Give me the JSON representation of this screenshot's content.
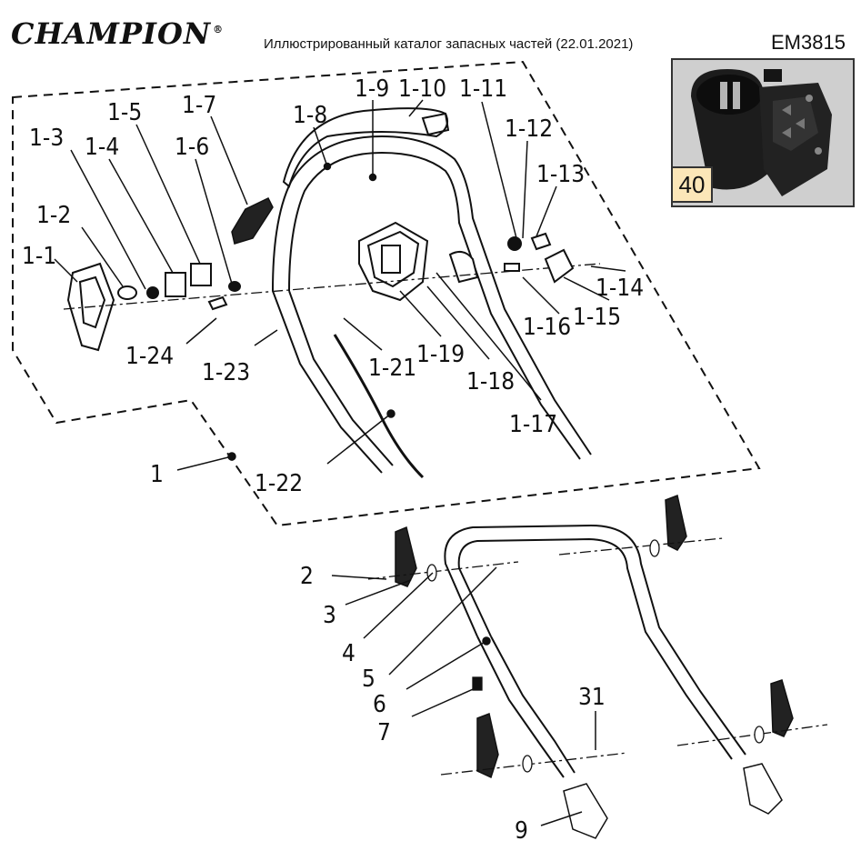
{
  "header": {
    "brand": "CHAMPION",
    "brand_mark": "®",
    "catalog_title": "Иллюстрированный каталог запасных частей (22.01.2021)",
    "model": "EM3815"
  },
  "photo": {
    "label": "40"
  },
  "callouts": {
    "assembly": [
      "1-1",
      "1-2",
      "1-3",
      "1-4",
      "1-5",
      "1-6",
      "1-7",
      "1-8",
      "1-9",
      "1-10",
      "1-11",
      "1-12",
      "1-13",
      "1-14",
      "1-15",
      "1-16",
      "1-17",
      "1-18",
      "1-19",
      "1-21",
      "1-22",
      "1-23",
      "1-24"
    ],
    "main": [
      "1",
      "2",
      "3",
      "4",
      "5",
      "6",
      "7",
      "9",
      "31"
    ]
  },
  "colors": {
    "line": "#111111",
    "photo_label_bg": "#fbe6b8"
  }
}
